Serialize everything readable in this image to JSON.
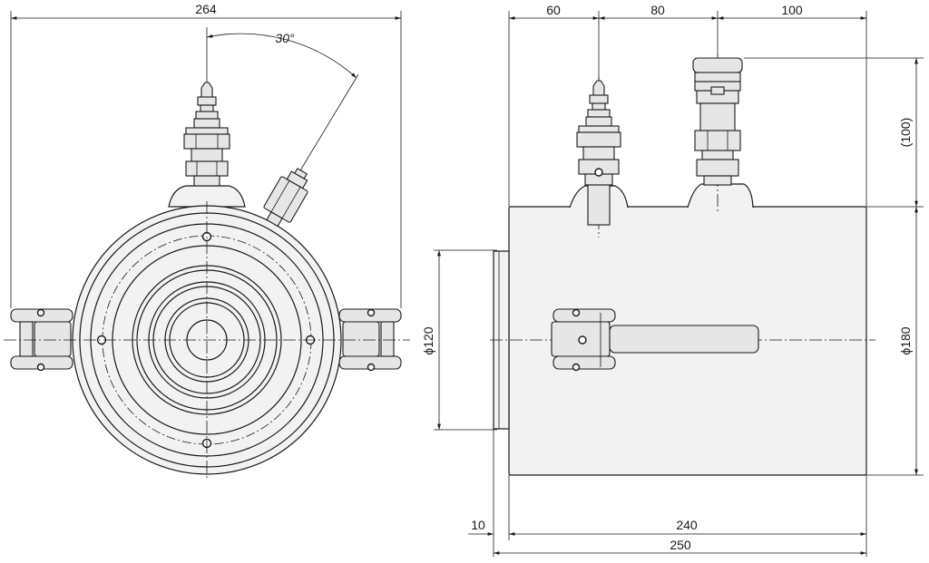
{
  "front_view": {
    "dims": {
      "width": "264",
      "angle": "30°"
    }
  },
  "side_view": {
    "dims": {
      "offset_a": "60",
      "offset_b": "80",
      "offset_c": "100",
      "coupler_height": "(100)",
      "bore_dia": "ϕ120",
      "body_dia": "ϕ180",
      "plunger": "10",
      "body_len": "240",
      "overall_len": "250"
    }
  }
}
